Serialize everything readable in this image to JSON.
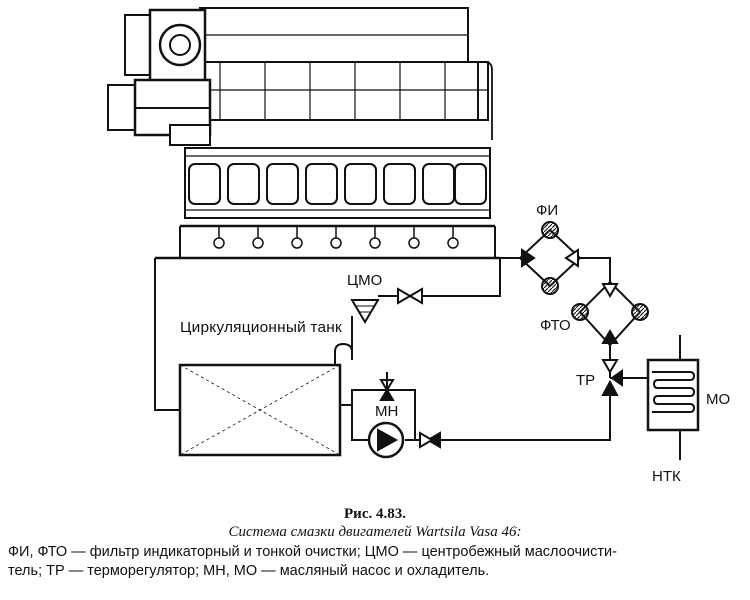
{
  "labels": {
    "fi": "ФИ",
    "fto": "ФТО",
    "tsmo": "ЦМО",
    "tank": "Циркуляционный танк",
    "mn": "МН",
    "tr": "ТР",
    "mo": "МО",
    "ntk": "НТК"
  },
  "caption": {
    "title": "Рис. 4.83.",
    "subtitle": "Система смазки двигателей Wartsila Vasa 46:",
    "legend_line1": "ФИ, ФТО — фильтр индикаторный и тонкой очистки; ЦМО — центробежный маслоочисти-",
    "legend_line2": "тель; ТР — терморегулятор; МН, МО — масляный насос и охладитель."
  }
}
